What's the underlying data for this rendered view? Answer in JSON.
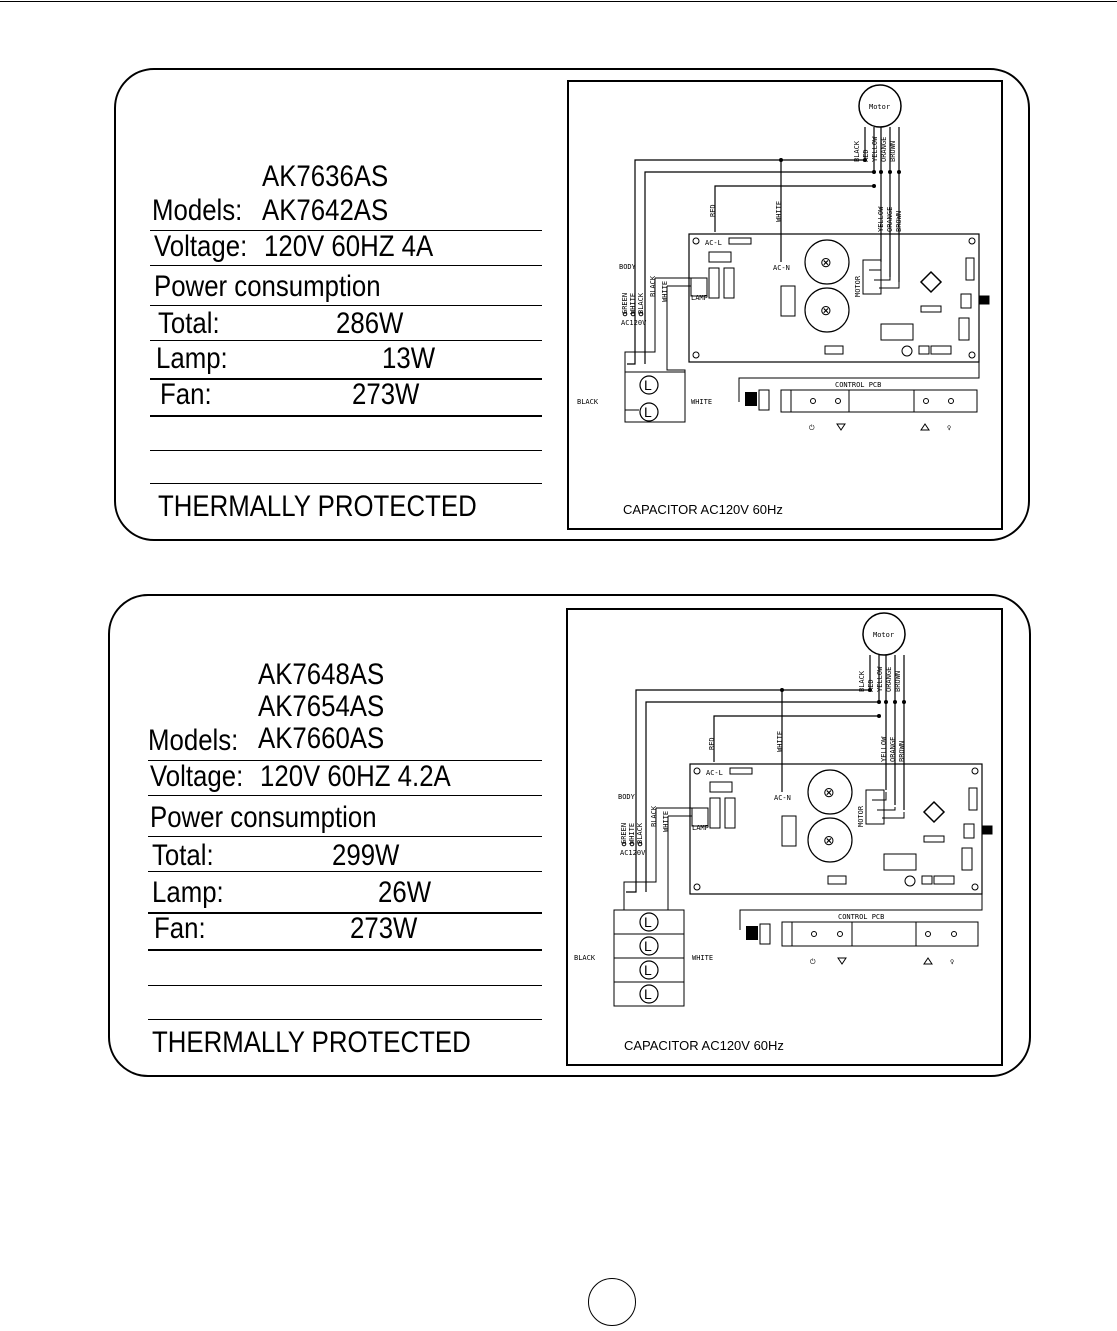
{
  "panels": [
    {
      "models_label": "Models:",
      "models": [
        "AK7636AS",
        "AK7642AS"
      ],
      "voltage_label": "Voltage:",
      "voltage_value": "120V   60HZ   4A",
      "power_label": "Power consumption",
      "total_label": "Total:",
      "total_value": "286W",
      "lamp_label": "Lamp:",
      "lamp_value": "13W",
      "fan_label": "Fan:",
      "fan_value": "273W",
      "thermal_label": "THERMALLY PROTECTED",
      "diagram": {
        "motor": "Motor",
        "wires_top": [
          "BLACK",
          "RED",
          "YELLOW",
          "ORANGE",
          "BROWN"
        ],
        "wires_board": [
          "YELLOW",
          "ORANGE",
          "BROWN"
        ],
        "red": "RED",
        "white": "WHITE",
        "ac_l": "AC-L",
        "ac_n": "AC-N",
        "motor_conn": "MOTOR",
        "lamp_conn": "LAMP",
        "left_wires": [
          "BODY",
          "GREEN",
          "WHITE",
          "BLACK",
          "BLACK",
          "WHITE"
        ],
        "ac120v": "AC120V",
        "black": "BLACK",
        "white_lamp": "WHITE",
        "lamp_symbol": "L",
        "control_pcb": "CONTROL   PCB",
        "capacitor": "CAPACITOR   AC120V 60Hz"
      }
    },
    {
      "models_label": "Models:",
      "models": [
        "AK7648AS",
        "AK7654AS",
        "AK7660AS"
      ],
      "voltage_label": "Voltage:",
      "voltage_value": "120V   60HZ   4.2A",
      "power_label": "Power consumption",
      "total_label": "Total:",
      "total_value": "299W",
      "lamp_label": "Lamp:",
      "lamp_value": "26W",
      "fan_label": "Fan:",
      "fan_value": "273W",
      "thermal_label": "THERMALLY PROTECTED",
      "diagram": {
        "motor": "Motor",
        "wires_top": [
          "BLACK",
          "RED",
          "YELLOW",
          "ORANGE",
          "BROWN"
        ],
        "wires_board": [
          "YELLOW",
          "ORANGE",
          "BROWN"
        ],
        "red": "RED",
        "white": "WHITE",
        "ac_l": "AC-L",
        "ac_n": "AC-N",
        "motor_conn": "MOTOR",
        "lamp_conn": "LAMP",
        "left_wires": [
          "BODY",
          "GREEN",
          "WHITE",
          "BLACK",
          "BLACK",
          "WHITE"
        ],
        "ac120v": "AC120V",
        "black": "BLACK",
        "white_lamp": "WHITE",
        "lamp_symbol": "L",
        "control_pcb": "CONTROL   PCB",
        "capacitor": "CAPACITOR   AC120V 60Hz"
      }
    }
  ]
}
